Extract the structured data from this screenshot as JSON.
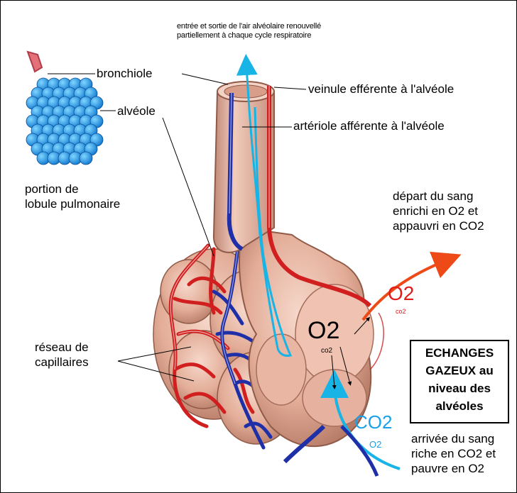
{
  "labels": {
    "air_top": [
      "entrée et sortie de l'air alvéolaire renouvellé",
      "partiellement à chaque cycle respiratoire"
    ],
    "bronchiole": "bronchiole",
    "alveole": "alvéole",
    "portion": [
      "portion de",
      "lobule pulmonaire"
    ],
    "veinule": "veinule efférente à l'alvéole",
    "arteriole": "artériole afférente à l'alvéole",
    "depart": [
      "départ du sang",
      "enrichi en O2 et",
      "appauvri en CO2"
    ],
    "reseau": [
      "réseau de",
      "capillaires"
    ],
    "arrivee": [
      "arrivée du sang",
      "riche en CO2 et",
      "pauvre en O2"
    ],
    "box_title": [
      "ECHANGES",
      "GAZEUX au",
      "niveau des",
      "alvéoles"
    ],
    "o2_big": "O2",
    "co2_small_inside": "co2",
    "o2_red": "O2",
    "co2_red_small": "co2",
    "co2_blue": "CO2",
    "o2_blue_small": "O2"
  },
  "colors": {
    "alveolus_pink": "#e8b8a6",
    "alveolus_shadow": "#b97f6c",
    "artery_red": "#d11f1f",
    "vein_blue": "#1e2fa8",
    "air_cyan": "#18b4e6",
    "lobule_blue": "#1e8fe0"
  }
}
